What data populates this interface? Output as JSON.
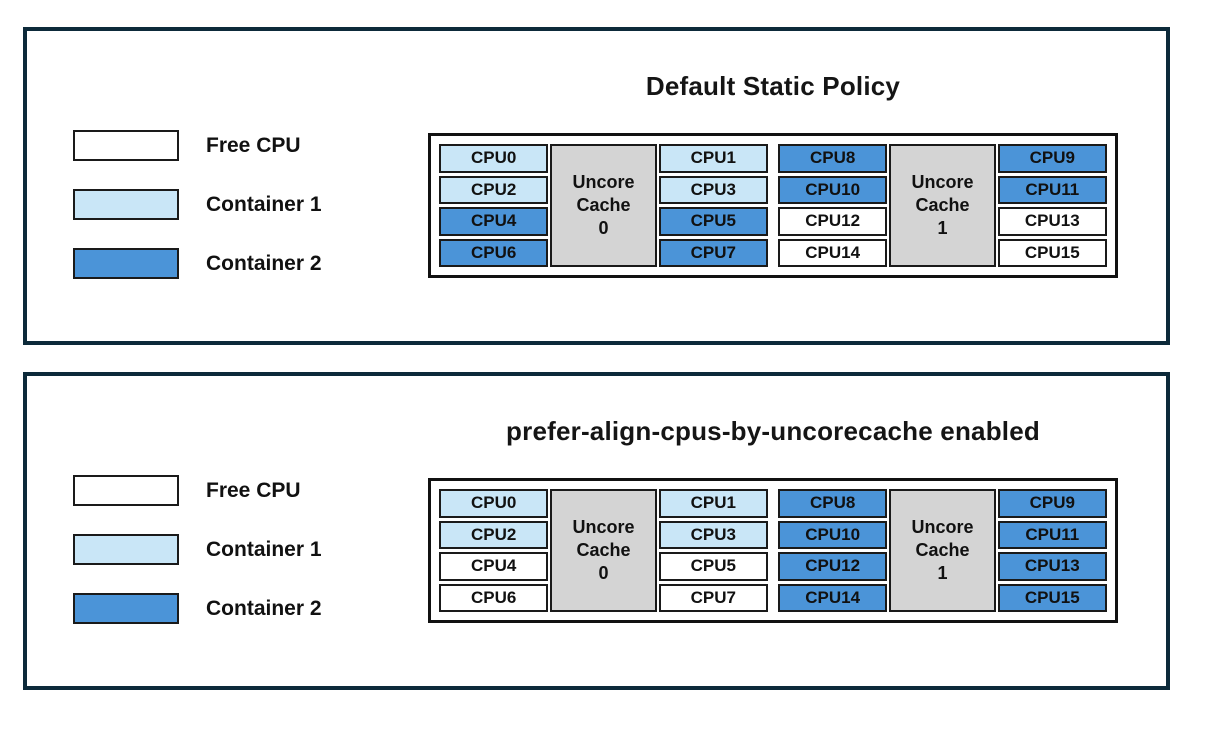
{
  "colors": {
    "free": "#ffffff",
    "container1": "#c9e6f7",
    "container2": "#4b94d8",
    "uncore": "#d4d4d4",
    "panel_border": "#0d2a3a"
  },
  "legend": {
    "items": [
      {
        "label": "Free CPU",
        "color_key": "free"
      },
      {
        "label": "Container 1",
        "color_key": "container1"
      },
      {
        "label": "Container 2",
        "color_key": "container2"
      }
    ]
  },
  "panels": [
    {
      "title": "Default Static Policy",
      "groups": [
        {
          "uncore_label": "Uncore\nCache\n0",
          "left_cpus": [
            {
              "label": "CPU0",
              "state": "container1"
            },
            {
              "label": "CPU2",
              "state": "container1"
            },
            {
              "label": "CPU4",
              "state": "container2"
            },
            {
              "label": "CPU6",
              "state": "container2"
            }
          ],
          "right_cpus": [
            {
              "label": "CPU1",
              "state": "container1"
            },
            {
              "label": "CPU3",
              "state": "container1"
            },
            {
              "label": "CPU5",
              "state": "container2"
            },
            {
              "label": "CPU7",
              "state": "container2"
            }
          ]
        },
        {
          "uncore_label": "Uncore\nCache\n1",
          "left_cpus": [
            {
              "label": "CPU8",
              "state": "container2"
            },
            {
              "label": "CPU10",
              "state": "container2"
            },
            {
              "label": "CPU12",
              "state": "free"
            },
            {
              "label": "CPU14",
              "state": "free"
            }
          ],
          "right_cpus": [
            {
              "label": "CPU9",
              "state": "container2"
            },
            {
              "label": "CPU11",
              "state": "container2"
            },
            {
              "label": "CPU13",
              "state": "free"
            },
            {
              "label": "CPU15",
              "state": "free"
            }
          ]
        }
      ]
    },
    {
      "title": "prefer-align-cpus-by-uncorecache enabled",
      "groups": [
        {
          "uncore_label": "Uncore\nCache\n0",
          "left_cpus": [
            {
              "label": "CPU0",
              "state": "container1"
            },
            {
              "label": "CPU2",
              "state": "container1"
            },
            {
              "label": "CPU4",
              "state": "free"
            },
            {
              "label": "CPU6",
              "state": "free"
            }
          ],
          "right_cpus": [
            {
              "label": "CPU1",
              "state": "container1"
            },
            {
              "label": "CPU3",
              "state": "container1"
            },
            {
              "label": "CPU5",
              "state": "free"
            },
            {
              "label": "CPU7",
              "state": "free"
            }
          ]
        },
        {
          "uncore_label": "Uncore\nCache\n1",
          "left_cpus": [
            {
              "label": "CPU8",
              "state": "container2"
            },
            {
              "label": "CPU10",
              "state": "container2"
            },
            {
              "label": "CPU12",
              "state": "container2"
            },
            {
              "label": "CPU14",
              "state": "container2"
            }
          ],
          "right_cpus": [
            {
              "label": "CPU9",
              "state": "container2"
            },
            {
              "label": "CPU11",
              "state": "container2"
            },
            {
              "label": "CPU13",
              "state": "container2"
            },
            {
              "label": "CPU15",
              "state": "container2"
            }
          ]
        }
      ]
    }
  ]
}
